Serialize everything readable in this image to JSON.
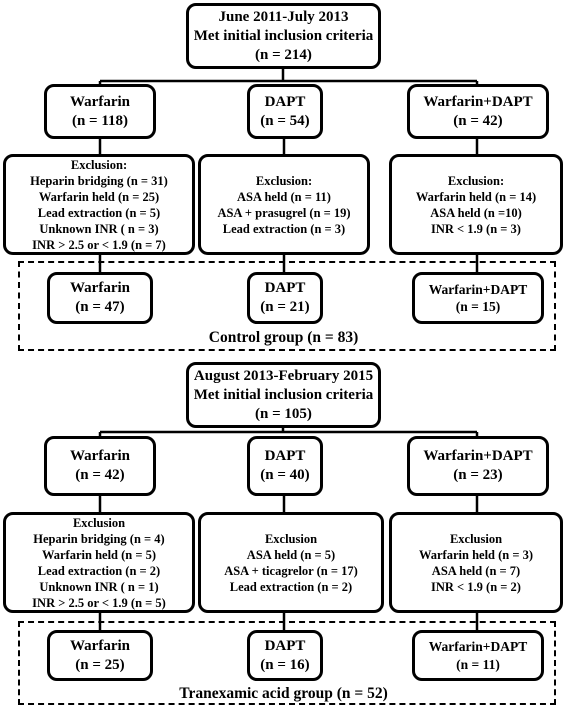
{
  "phase1": {
    "header": [
      "June 2011-July 2013",
      "Met initial inclusion  criteria",
      "(n = 214)"
    ],
    "arms": [
      {
        "name": "Warfarin",
        "n": "(n = 118)",
        "exclusion": [
          "Exclusion:",
          "Heparin bridging (n = 31)",
          "Warfarin held (n = 25)",
          "Lead extraction (n = 5)",
          "Unknown INR ( n = 3)",
          "INR > 2.5 or < 1.9 (n = 7)"
        ],
        "final_name": "Warfarin",
        "final_n": "(n = 47)"
      },
      {
        "name": "DAPT",
        "n": "(n = 54)",
        "exclusion": [
          "Exclusion:",
          "ASA held (n = 11)",
          "ASA + prasugrel (n = 19)",
          "Lead extraction (n = 3)"
        ],
        "final_name": "DAPT",
        "final_n": "(n = 21)"
      },
      {
        "name": "Warfarin+DAPT",
        "n": "(n = 42)",
        "exclusion": [
          "Exclusion:",
          "Warfarin held (n = 14)",
          "ASA held (n =10)",
          "INR < 1.9 (n = 3)"
        ],
        "final_name": "Warfarin+DAPT",
        "final_n": "(n = 15)"
      }
    ],
    "group_label": "Control group (n = 83)"
  },
  "phase2": {
    "header": [
      "August 2013-February 2015",
      "Met initial inclusion  criteria",
      "(n = 105)"
    ],
    "arms": [
      {
        "name": "Warfarin",
        "n": "(n = 42)",
        "exclusion": [
          "Exclusion",
          "Heparin bridging (n = 4)",
          "Warfarin held (n = 5)",
          "Lead extraction (n = 2)",
          "Unknown INR ( n = 1)",
          "INR > 2.5 or < 1.9 (n = 5)"
        ],
        "final_name": "Warfarin",
        "final_n": "(n = 25)"
      },
      {
        "name": "DAPT",
        "n": "(n = 40)",
        "exclusion": [
          "Exclusion",
          "ASA held (n = 5)",
          "ASA + ticagrelor (n = 17)",
          "Lead extraction (n = 2)"
        ],
        "final_name": "DAPT",
        "final_n": "(n = 16)"
      },
      {
        "name": "Warfarin+DAPT",
        "n": "(n = 23)",
        "exclusion": [
          "Exclusion",
          "Warfarin held (n = 3)",
          "ASA held (n = 7)",
          "INR < 1.9 (n = 2)"
        ],
        "final_name": "Warfarin+DAPT",
        "final_n": "(n = 11)"
      }
    ],
    "group_label": "Tranexamic acid group (n = 52)"
  },
  "colors": {
    "line": "#000000",
    "background": "#ffffff"
  }
}
